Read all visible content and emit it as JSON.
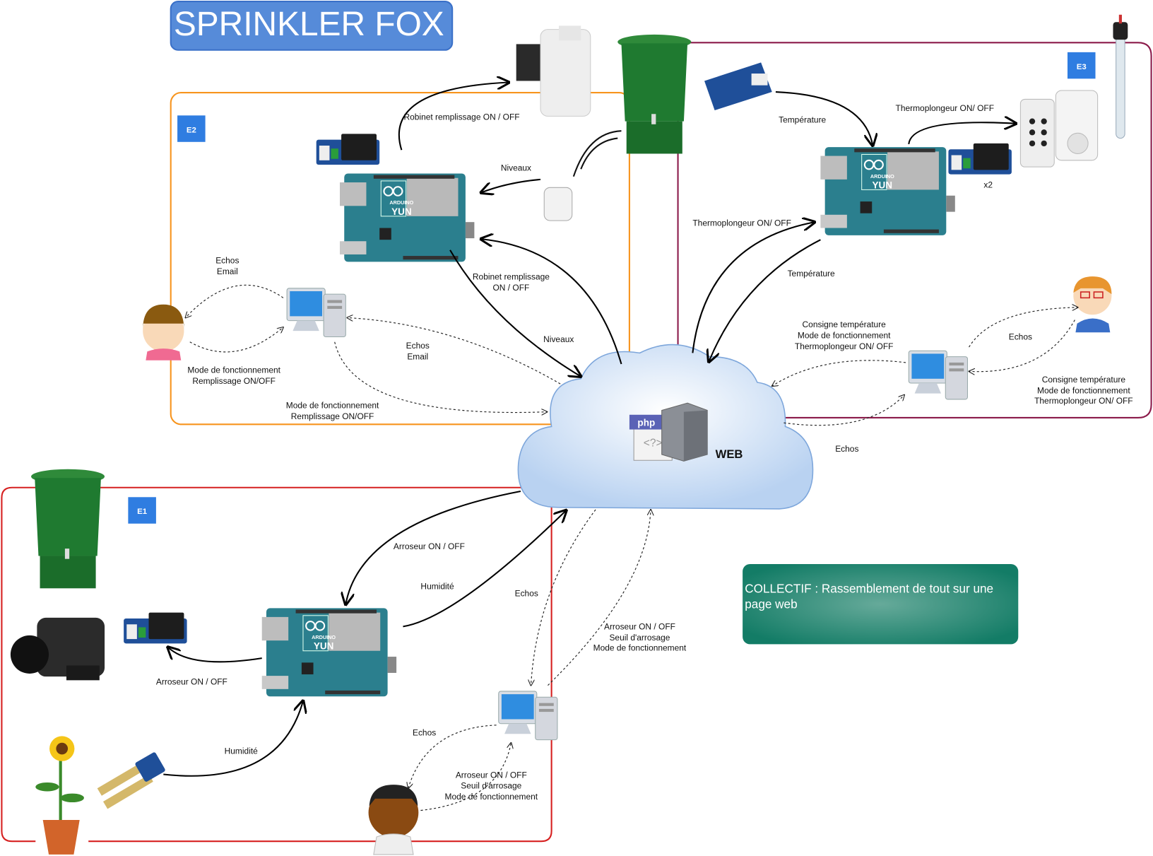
{
  "title": "SPRINKLER FOX",
  "colors": {
    "title_bg": "#568bd9",
    "badge": "#2f7de1",
    "e1_border": "#d62020",
    "e2_border": "#f7941d",
    "e3_border": "#8b1a4a",
    "cloud": "#c7dbf4",
    "collectif_bg": "#1f8a70",
    "board": "#2b7f8e"
  },
  "zones": {
    "e1": "E1",
    "e2": "E2",
    "e3": "E3"
  },
  "cloud": {
    "label": "WEB",
    "php_label": "php",
    "php_code": "<?>"
  },
  "collectif": {
    "text_line1": "COLLECTIF : Rassemblement de tout sur une",
    "text_line2": "page web"
  },
  "boards": {
    "brand": "ARDUINO",
    "model": "YUN"
  },
  "e2_labels": {
    "robinet_top": "Robinet remplissage  ON / OFF",
    "niveaux_top": "Niveaux",
    "robinet_mid_1": "Robinet remplissage",
    "robinet_mid_2": "ON / OFF",
    "niveaux_mid": "Niveaux",
    "echos_email_left_1": "Echos",
    "echos_email_left_2": "Email",
    "mode_left_1": "Mode de fonctionnement",
    "mode_left_2": "Remplissage ON/OFF",
    "echos_email_mid_1": "Echos",
    "echos_email_mid_2": "Email",
    "mode_bottom_1": "Mode de fonctionnement",
    "mode_bottom_2": "Remplissage ON/OFF"
  },
  "e3_labels": {
    "temperature_top": "Température",
    "thermo_top": "Thermoplongeur ON/ OFF",
    "x2": "x2",
    "thermo_mid": "Thermoplongeur ON/ OFF",
    "temperature_mid": "Température",
    "consigne_1": "Consigne température",
    "consigne_2": "Mode de fonctionnement",
    "consigne_3": "Thermoplongeur ON/ OFF",
    "echos_right": "Echos",
    "consigne_r_1": "Consigne température",
    "consigne_r_2": "Mode de fonctionnement",
    "consigne_r_3": "Thermoplongeur ON/ OFF",
    "echos_cloud": "Echos"
  },
  "e1_labels": {
    "arroseur_top": "Arroseur ON / OFF",
    "humidite_top": "Humidité",
    "echos_mid": "Echos",
    "arroseur_cloud_1": "Arroseur ON / OFF",
    "arroseur_cloud_2": "Seuil d'arrosage",
    "arroseur_cloud_3": "Mode de fonctionnement",
    "arroseur_pump": "Arroseur ON / OFF",
    "humidite_bottom": "Humidité",
    "echos_user": "Echos",
    "user_1": "Arroseur ON / OFF",
    "user_2": "Seuil d'arrosage",
    "user_3": "Mode de fonctionnement"
  }
}
